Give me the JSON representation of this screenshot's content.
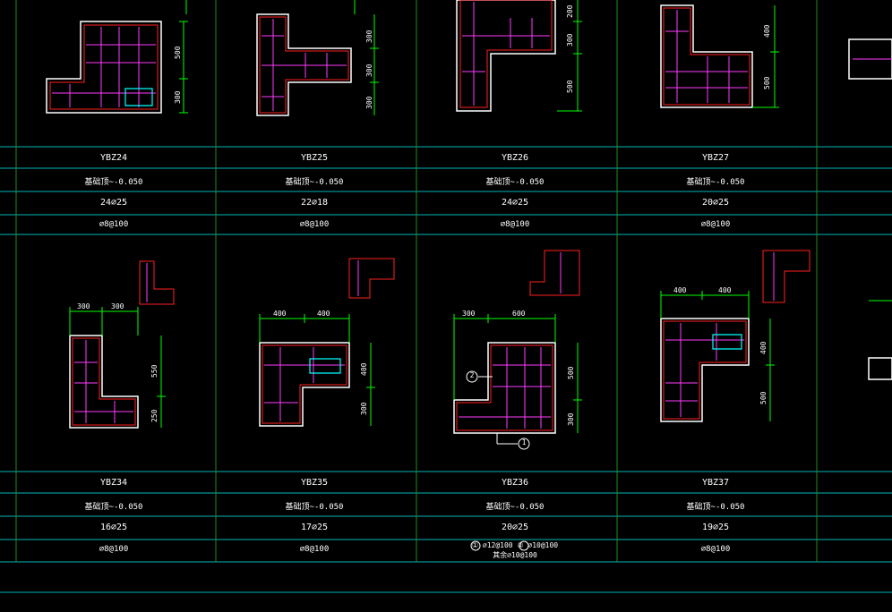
{
  "colors": {
    "background": "#000000",
    "grid_cyan": "#00b7b7",
    "grid_green": "#1e8f1e",
    "outline_white": "#ffffff",
    "concrete_red": "#ff2020",
    "stirrup_magenta": "#ff3cff",
    "dim_green": "#00ff00",
    "note_orange": "#ff7f00",
    "hatch_cyan": "#00ffff"
  },
  "columns_row1": [
    {
      "id": "col-ybz24",
      "name": "YBZ24",
      "elevation": "基础顶~-0.050",
      "rebar": "24⌀25",
      "stirrup": "⌀8@100"
    },
    {
      "id": "col-ybz25",
      "name": "YBZ25",
      "elevation": "基础顶~-0.050",
      "rebar": "22⌀18",
      "stirrup": "⌀8@100"
    },
    {
      "id": "col-ybz26",
      "name": "YBZ26",
      "elevation": "基础顶~-0.050",
      "rebar": "24⌀25",
      "stirrup": "⌀8@100"
    },
    {
      "id": "col-ybz27",
      "name": "YBZ27",
      "elevation": "基础顶~-0.050",
      "rebar": "20⌀25",
      "stirrup": "⌀8@100"
    }
  ],
  "columns_row2": [
    {
      "id": "col-ybz34",
      "name": "YBZ34",
      "elevation": "基础顶~-0.050",
      "rebar": "16⌀25",
      "stirrup": "⌀8@100"
    },
    {
      "id": "col-ybz35",
      "name": "YBZ35",
      "elevation": "基础顶~-0.050",
      "rebar": "17⌀25",
      "stirrup": "⌀8@100"
    },
    {
      "id": "col-ybz36",
      "name": "YBZ36",
      "elevation": "基础顶~-0.050",
      "rebar": "20⌀25",
      "stirrup": "① ⌀12@100  ② ⌀10@100",
      "stirrup2": "其余⌀10@100"
    },
    {
      "id": "col-ybz37",
      "name": "YBZ37",
      "elevation": "基础顶~-0.050",
      "rebar": "19⌀25",
      "stirrup": "⌀8@100"
    }
  ],
  "dimensions": {
    "ybz24": [
      "500",
      "300"
    ],
    "ybz25": [
      "300",
      "300",
      "300"
    ],
    "ybz26": [
      "200",
      "300",
      "500"
    ],
    "ybz27": [
      "400",
      "500"
    ],
    "ybz34": [
      "300",
      "300",
      "550",
      "250"
    ],
    "ybz35": [
      "400",
      "400",
      "400",
      "300"
    ],
    "ybz36": [
      "300",
      "600",
      "500",
      "300"
    ],
    "ybz37": [
      "400",
      "400",
      "400",
      "500"
    ]
  },
  "callouts": [
    "2",
    "1"
  ],
  "icons": [
    "dimension-line",
    "rebar-dot",
    "stirrup-line",
    "break-hatch"
  ]
}
